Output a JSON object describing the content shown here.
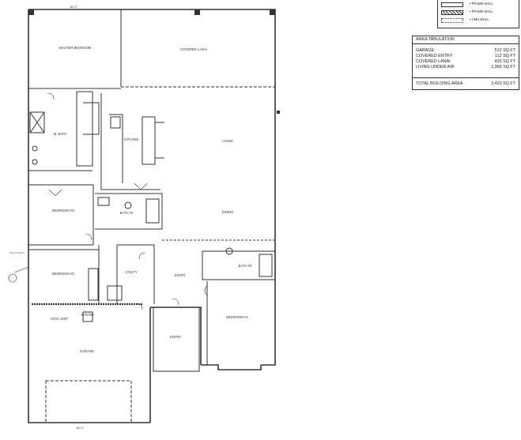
{
  "legend": {
    "items": [
      {
        "label": "• FRAME WALL"
      },
      {
        "label": "• FRAME WALL"
      },
      {
        "label": "• CMU WALL"
      }
    ]
  },
  "area_tabulation": {
    "title": "AREA TABULATION",
    "rows": [
      {
        "label": "GARAGE",
        "value": "512 SQ FT"
      },
      {
        "label": "COVERED ENTRY",
        "value": "112 SQ FT"
      },
      {
        "label": "COVERED LANAI",
        "value": "433 SQ FT"
      },
      {
        "label": "LIVING UNDER AIR",
        "value": "2,366 SQ FT"
      }
    ],
    "total": {
      "label": "TOTAL BUILDING AREA",
      "value": "3,423 SQ FT"
    }
  },
  "rooms": {
    "master_bedroom": "MASTER BEDROOM",
    "covered_lanai": "COVERED LANAI",
    "m_bath": "M. BATH",
    "kitchen": "KITCHEN",
    "living": "LIVING",
    "bedroom3": "BEDROOM #3",
    "bath2": "BATH #2",
    "dining": "DINING",
    "bedroom2": "BEDROOM #2",
    "utility": "UTILITY",
    "bath3": "BATH #3",
    "entry_door": "ENTRY",
    "bedroom1": "BEDROOM #1",
    "garage": "GARAGE",
    "entry": "ENTRY",
    "hvac": "HVAC UNIT",
    "pantry": "PANTRY"
  },
  "dimensions": {
    "top": "16'-0\"",
    "bottom": "16'-0\""
  }
}
